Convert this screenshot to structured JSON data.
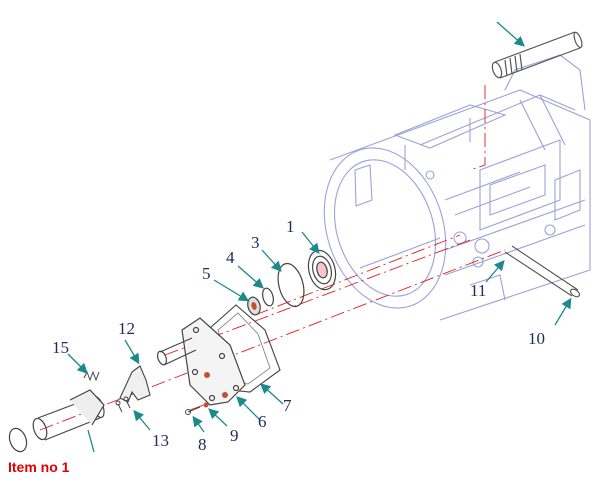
{
  "diagram": {
    "callouts": [
      "1",
      "3",
      "4",
      "5",
      "6",
      "7",
      "8",
      "9",
      "10",
      "11",
      "12",
      "13",
      "15"
    ]
  },
  "caption": "Item no 1",
  "colors": {
    "housing": "#9aa2d8",
    "leader": "#1a8a8a",
    "axis": "#e02020",
    "part": "#555555",
    "caption": "#e00000"
  }
}
